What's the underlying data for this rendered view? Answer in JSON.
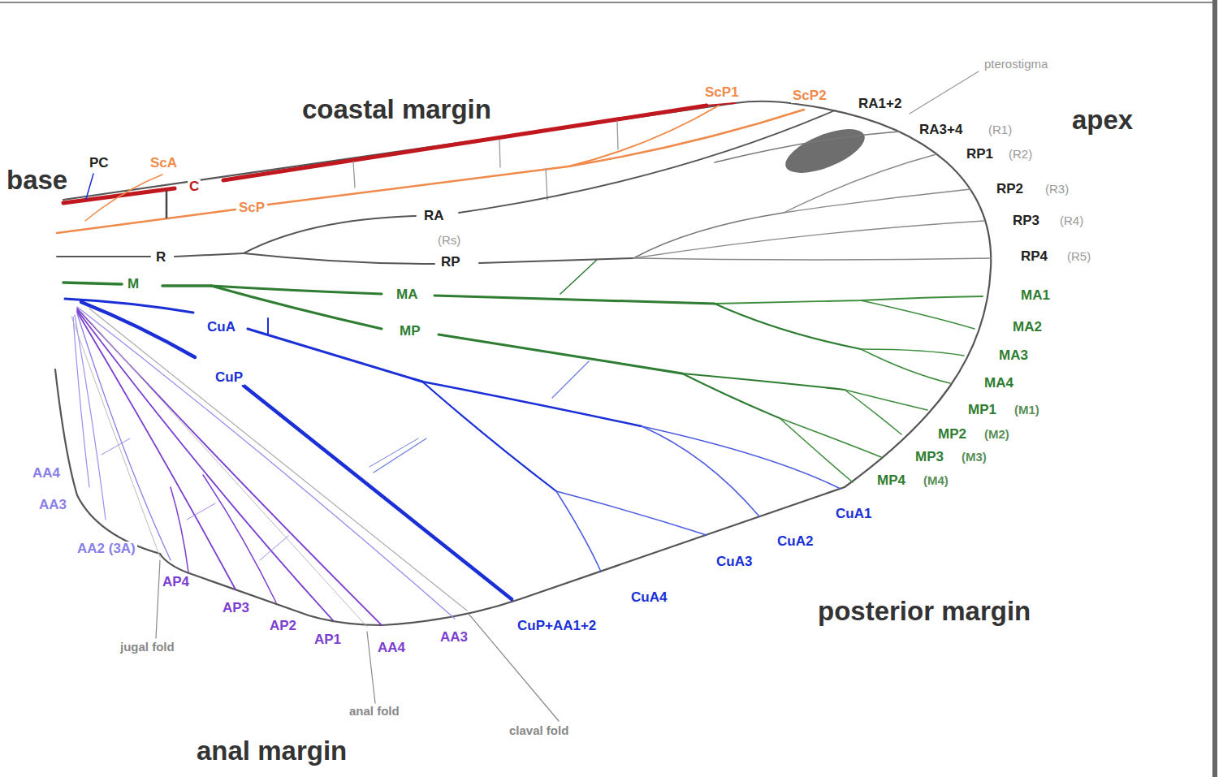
{
  "diagram": {
    "labels": [
      "pterostigma",
      "coastal margin",
      "base",
      "apex",
      "PC",
      "ScA",
      "C",
      "ScP",
      "ScP1",
      "ScP2",
      "RA1+2",
      "RA3+4",
      "(R1)",
      "RP1",
      "(R2)",
      "RP2",
      "(R3)",
      "RP3",
      "(R4)",
      "RP4",
      "(R5)",
      "R",
      "RA",
      "(Rs)",
      "RP",
      "M",
      "MA",
      "MP",
      "MA1",
      "MA2",
      "MA3",
      "MA4",
      "MP1",
      "(M1)",
      "MP2",
      "(M2)",
      "MP3",
      "(M3)",
      "MP4",
      "(M4)",
      "CuA",
      "CuP",
      "CuA1",
      "CuA2",
      "CuA3",
      "CuA4",
      "CuP+AA1+2",
      "AA4",
      "AA3",
      "AA2 (3A)",
      "AP4",
      "AP3",
      "AP2",
      "AP1",
      "AA4",
      "AA3",
      "jugal fold",
      "anal fold",
      "claval fold",
      "anal margin",
      "posterior margin"
    ]
  }
}
